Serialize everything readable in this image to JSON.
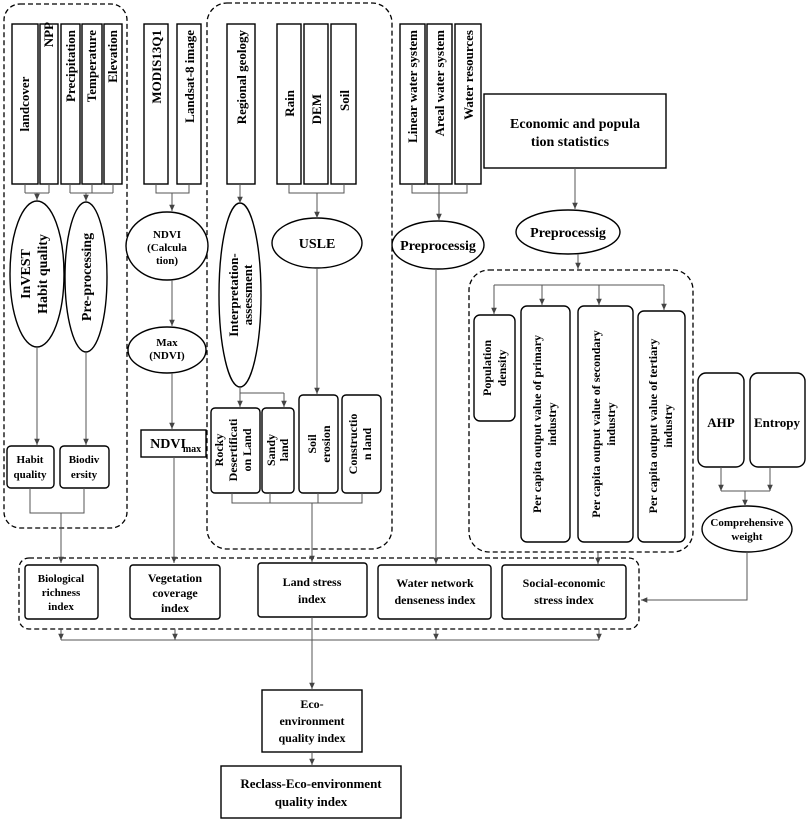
{
  "inputs": {
    "landcover": "landcover",
    "npp": "NPP",
    "precipitation": "Precipitation",
    "temperature": "Temperature",
    "elevation": "Elevation",
    "modis": "MODIS13Q1",
    "landsat": "Landsat-8 image",
    "regional_geology": "Regional geology",
    "rain": "Rain",
    "dem": "DEM",
    "soil": "Soil",
    "linear_water": "Linear water system",
    "areal_water": "Areal water system",
    "water_resources": "Water resources",
    "econ_line1": "Economic and popula",
    "econ_line2": "tion  statistics"
  },
  "processes": {
    "invest_line1": "InVEST",
    "invest_line2": "Habit quality",
    "preprocessing": "Pre-processing",
    "ndvi_line1": "NDVI",
    "ndvi_line2": "(Calcula",
    "ndvi_line3": "tion)",
    "max_line1": "Max",
    "max_line2": "(NDVI)",
    "interp_line1": "Interpretation-",
    "interp_line2": "assessment",
    "usle": "USLE",
    "preproc_water": "Preprocessig",
    "preproc_econ": "Preprocessig",
    "comp_line1": "Comprehensive",
    "comp_line2": "weight"
  },
  "intermediate": {
    "habit_line1": "Habit",
    "habit_line2": "quality",
    "biodiv_line1": "Biodiv",
    "biodiv_line2": "ersity",
    "ndvi_max": "NDVI",
    "ndvi_max_sub": "max",
    "rocky_line1": "Rocky",
    "rocky_line2": "Desertificati",
    "rocky_line3": "on Land",
    "sandy_line1": "Sandy",
    "sandy_line2": "land",
    "soil_ero_line1": "Soil",
    "soil_ero_line2": "erosion",
    "constr_line1": "Constructio",
    "constr_line2": "n land",
    "pop_line1": "Population",
    "pop_line2": "density",
    "primary_line1": "Per capita output value of primary",
    "primary_line2": "industry",
    "secondary_line1": "Per capita output value of secondary",
    "secondary_line2": "industry",
    "tertiary_line1": "Per capita output value of tertiary",
    "tertiary_line2": "industry",
    "ahp": "AHP",
    "entropy": "Entropy"
  },
  "indices": {
    "bio_line1": "Biological",
    "bio_line2": "richness",
    "bio_line3": "index",
    "veg_line1": "Vegetation",
    "veg_line2": "coverage",
    "veg_line3": "index",
    "land_line1": "Land stress",
    "land_line2": "index",
    "water_line1": "Water network",
    "water_line2": "denseness index",
    "social_line1": "Social-economic",
    "social_line2": "stress index"
  },
  "outputs": {
    "eco_line1": "Eco-",
    "eco_line2": "environment",
    "eco_line3": "quality index",
    "reclass_line1": "Reclass-Eco-environment",
    "reclass_line2": "quality index"
  }
}
